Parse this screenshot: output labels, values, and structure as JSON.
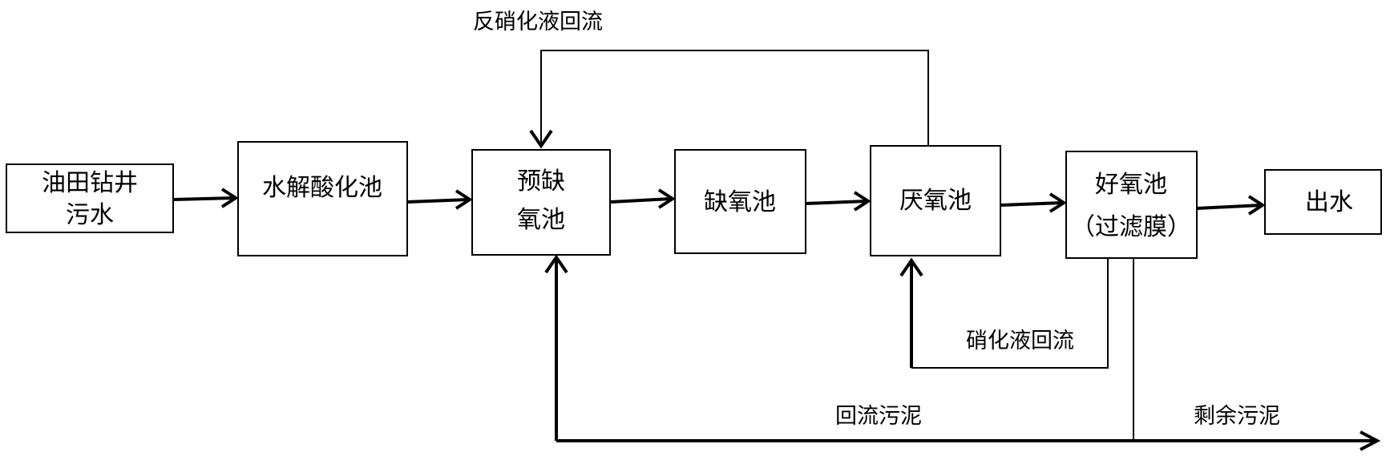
{
  "nodes": {
    "wastewater": {
      "lines": [
        "油田钻井",
        "污水"
      ]
    },
    "hydrolysis": {
      "lines": [
        "水解酸化池"
      ]
    },
    "pre_anoxic": {
      "lines": [
        "预缺",
        "氧池"
      ]
    },
    "anoxic": {
      "lines": [
        "缺氧池"
      ]
    },
    "anaerobic": {
      "lines": [
        "厌氧池"
      ]
    },
    "aerobic": {
      "lines": [
        "好氧池",
        "（过滤膜）"
      ]
    },
    "effluent": {
      "lines": [
        "出水"
      ]
    }
  },
  "flows": {
    "denitrification_return": "反硝化液回流",
    "nitrification_return": "硝化液回流",
    "return_sludge": "回流污泥",
    "excess_sludge": "剩余污泥"
  }
}
